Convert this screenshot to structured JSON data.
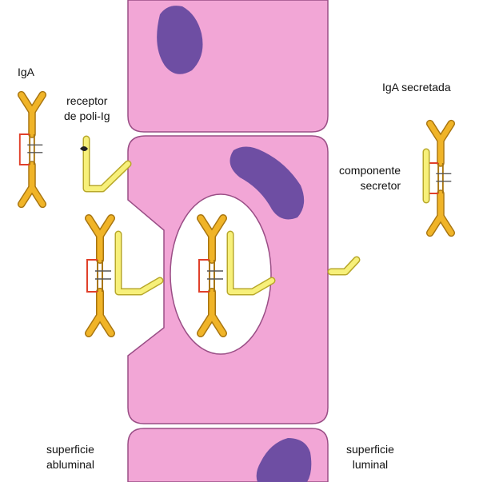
{
  "labels": {
    "iga": "IgA",
    "receptor": [
      "receptor",
      "de poli-Ig"
    ],
    "iga_secretada": "IgA secretada",
    "componente": [
      "componente",
      "secretor"
    ],
    "abluminal": [
      "superficie",
      "abluminal"
    ],
    "luminal": [
      "superficie",
      "luminal"
    ]
  },
  "colors": {
    "cell": "#f2a6d6",
    "cell_edge": "#9a4e86",
    "nucleus": "#6e4ea3",
    "antibody": "#f0b428",
    "antibody_edge": "#a87510",
    "receptor": "#f7f07a",
    "receptor_edge": "#b8a82a",
    "disulfide": "#e0402a",
    "vesicle": "#ffffff"
  }
}
